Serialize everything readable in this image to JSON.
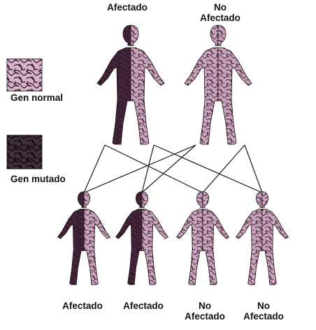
{
  "parents": [
    {
      "id": "father",
      "label_lines": [
        "Afectado"
      ],
      "status": "affected"
    },
    {
      "id": "mother",
      "label_lines": [
        "No",
        "Afectado"
      ],
      "status": "unaffected"
    }
  ],
  "children": [
    {
      "id": "child-1",
      "label_lines": [
        "Afectado"
      ],
      "status": "affected"
    },
    {
      "id": "child-2",
      "label_lines": [
        "Afectado"
      ],
      "status": "affected"
    },
    {
      "id": "child-3",
      "label_lines": [
        "No",
        "Afectado"
      ],
      "status": "unaffected"
    },
    {
      "id": "child-4",
      "label_lines": [
        "No",
        "Afectado"
      ],
      "status": "unaffected"
    }
  ],
  "legend": {
    "normal": {
      "label": "Gen normal",
      "fill": "#d6b3c8",
      "stroke": "#2a1324"
    },
    "mutated": {
      "label": "Gen mutado",
      "fill": "#3f2f3b",
      "stroke": "#0f070d"
    }
  },
  "colors": {
    "mutated_body": "#3a1f33",
    "normal_body": "#c9a4bc",
    "normal_pattern": "#3a2231",
    "line": "#1a1a1a"
  }
}
